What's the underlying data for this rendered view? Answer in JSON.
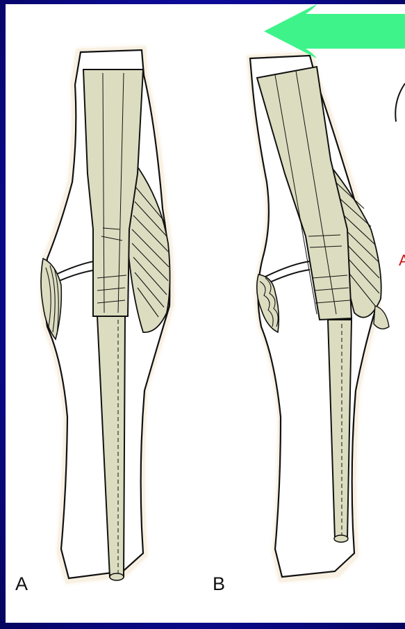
{
  "figure": {
    "labels": {
      "a": "A",
      "b": "B"
    },
    "clipped_mark": "A",
    "colors": {
      "background": "#0c0b9a",
      "panel": "#ffffff",
      "tendon": "#dcdcc0",
      "outline": "#111111",
      "arrow": "#3ef48a",
      "mark": "#cc1111"
    },
    "arrow": {
      "icon": "left-arrow-icon",
      "direction": "left"
    }
  }
}
